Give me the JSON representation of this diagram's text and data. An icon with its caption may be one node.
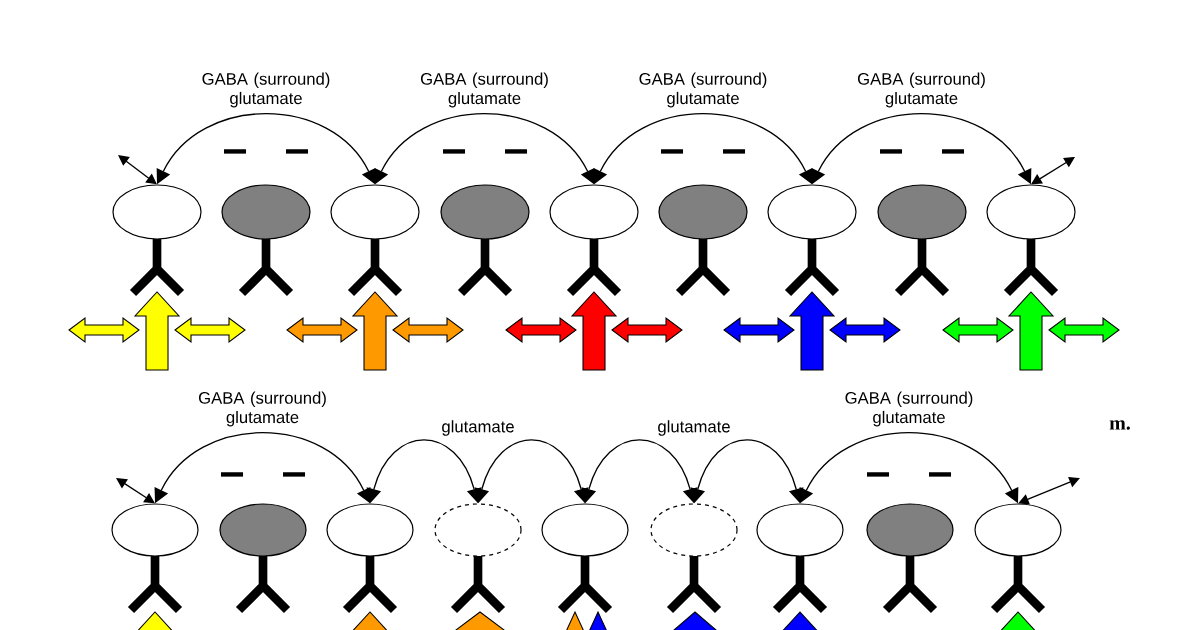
{
  "diagram": {
    "nodes": [
      {
        "text": [],
        "shape": "ellipse"
      },
      {
        "text": [],
        "shape": "ellipse"
      },
      {
        "text": [],
        "shape": "ellipse"
      },
      {
        "text": [],
        "shape": "ellipse"
      },
      {
        "text": [],
        "shape": "ellipse"
      },
      {
        "text": [],
        "shape": "ellipse"
      },
      {
        "text": [],
        "shape": "ellipse"
      },
      {
        "text": [],
        "shape": "ellipse"
      },
      {
        "text": [],
        "shape": "ellipse"
      },
      {
        "text": [],
        "shape": "ellipse"
      },
      {
        "text": [],
        "shape": "ellipse"
      },
      {
        "text": [],
        "shape": "ellipse"
      },
      {
        "text": [],
        "shape": "ellipse"
      },
      {
        "text": [],
        "shape": "ellipse"
      },
      {
        "text": [],
        "shape": "ellipse"
      },
      {
        "text": [],
        "shape": "ellipse"
      },
      {
        "text": [],
        "shape": "ellipse"
      },
      {
        "text": [],
        "shape": "ellipse"
      }
    ],
    "edges": [
      {
        "from": 0,
        "to": null,
        "arrow": "both"
      },
      {
        "from": 0,
        "to": 2,
        "arrow": "both",
        "label": "GABA (surround) glutamate"
      },
      {
        "from": 2,
        "to": 4,
        "arrow": "both",
        "label": "GABA (surround) glutamate"
      },
      {
        "from": 4,
        "to": 6,
        "arrow": "both",
        "label": "GABA (surround) glutamate"
      },
      {
        "from": 6,
        "to": 8,
        "arrow": "both",
        "label": "GABA (surround) glutamate"
      },
      {
        "from": 8,
        "to": null,
        "arrow": "both"
      },
      {
        "from": 9,
        "to": null,
        "arrow": "both"
      },
      {
        "from": 9,
        "to": 11,
        "arrow": "both",
        "label": "GABA (surround) glutamate"
      },
      {
        "from": 11,
        "to": 12,
        "arrow": "both"
      },
      {
        "from": 12,
        "to": 13,
        "arrow": "both"
      },
      {
        "from": 13,
        "to": 14,
        "arrow": "both"
      },
      {
        "from": 14,
        "to": 15,
        "arrow": "both"
      },
      {
        "from": 15,
        "to": 17,
        "arrow": "both",
        "label": "GABA (surround) glutamate"
      },
      {
        "from": 17,
        "to": null,
        "arrow": "both"
      }
    ],
    "labels": [
      "−",
      "−",
      "−",
      "−",
      "−",
      "−",
      "−",
      "−",
      "glutamate",
      "glutamate",
      "m.",
      "−",
      "−",
      "−",
      "−"
    ]
  }
}
